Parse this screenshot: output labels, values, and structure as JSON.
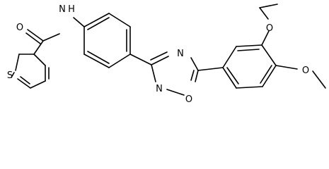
{
  "molecule": {
    "atoms": {
      "carbonyl_oxygen": "O",
      "amide_nitrogen": "N",
      "amide_hydrogen": "H",
      "thiophene_sulfur": "S",
      "oxadiazole_n4": "N",
      "oxadiazole_n2": "N",
      "oxadiazole_o1": "O",
      "methoxy_oxygen_upper": "O",
      "methoxy_oxygen_lower": "O"
    }
  }
}
